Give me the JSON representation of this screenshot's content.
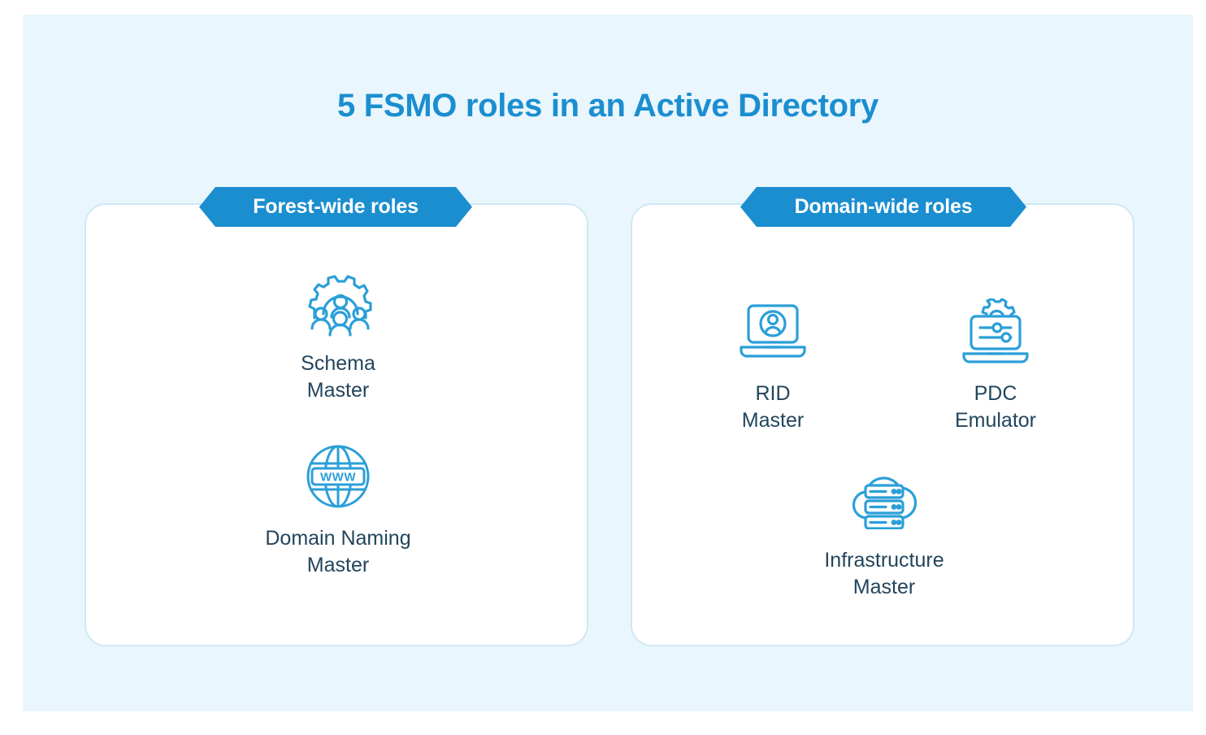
{
  "page": {
    "title": "5 FSMO roles in an Active Directory",
    "background_color": "#e9f6fd",
    "accent_color": "#1b8ed0",
    "icon_color": "#2b9fd8",
    "label_color": "#22455c",
    "card_background": "#ffffff",
    "card_border_color": "#cfe8f4"
  },
  "groups": [
    {
      "badge_label": "Forest-wide roles",
      "roles": [
        {
          "icon": "gear-people-icon",
          "label": "Schema\nMaster"
        },
        {
          "icon": "globe-www-icon",
          "label": "Domain Naming\nMaster"
        }
      ]
    },
    {
      "badge_label": "Domain-wide roles",
      "roles": [
        {
          "icon": "laptop-user-icon",
          "label": "RID\nMaster"
        },
        {
          "icon": "laptop-settings-gear-icon",
          "label": "PDC\nEmulator"
        },
        {
          "icon": "cloud-server-icon",
          "label": "Infrastructure\nMaster"
        }
      ]
    }
  ]
}
